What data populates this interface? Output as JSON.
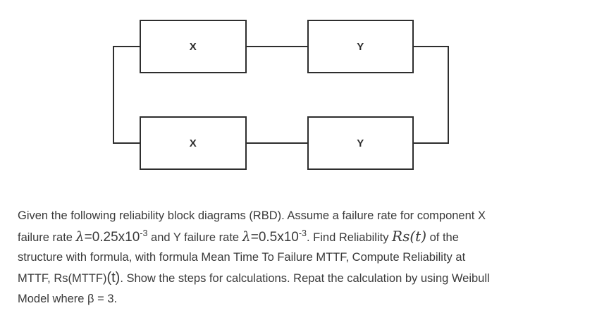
{
  "colors": {
    "background": "#ffffff",
    "text": "#3a3a3a",
    "diagram_line": "#2e2e2e"
  },
  "diagram": {
    "type": "reliability-block-diagram",
    "structure": "two parallel branches, each branch is X in series with Y",
    "blocks": [
      {
        "id": "branch1-x",
        "label": "X"
      },
      {
        "id": "branch1-y",
        "label": "Y"
      },
      {
        "id": "branch2-x",
        "label": "X"
      },
      {
        "id": "branch2-y",
        "label": "Y"
      }
    ]
  },
  "problem": {
    "line1": [
      "Given the following reliability block diagrams (RBD). Assume a failure rate for component X"
    ],
    "line2": [
      "failure rate ",
      "λ",
      "=0.25x10",
      "-3",
      " and Y failure rate ",
      "λ",
      "=0.5x10",
      "-3",
      ". Find Reliability ",
      "Rs(t)",
      " of the"
    ],
    "line3": [
      "structure with formula, with formula Mean Time To Failure MTTF, Compute Reliability at"
    ],
    "line4": [
      "MTTF, Rs(MTTF)",
      "(t)",
      ". Show the steps for calculations. Repat the calculation by using Weibull"
    ],
    "line5": [
      "Model where β = 3."
    ]
  }
}
